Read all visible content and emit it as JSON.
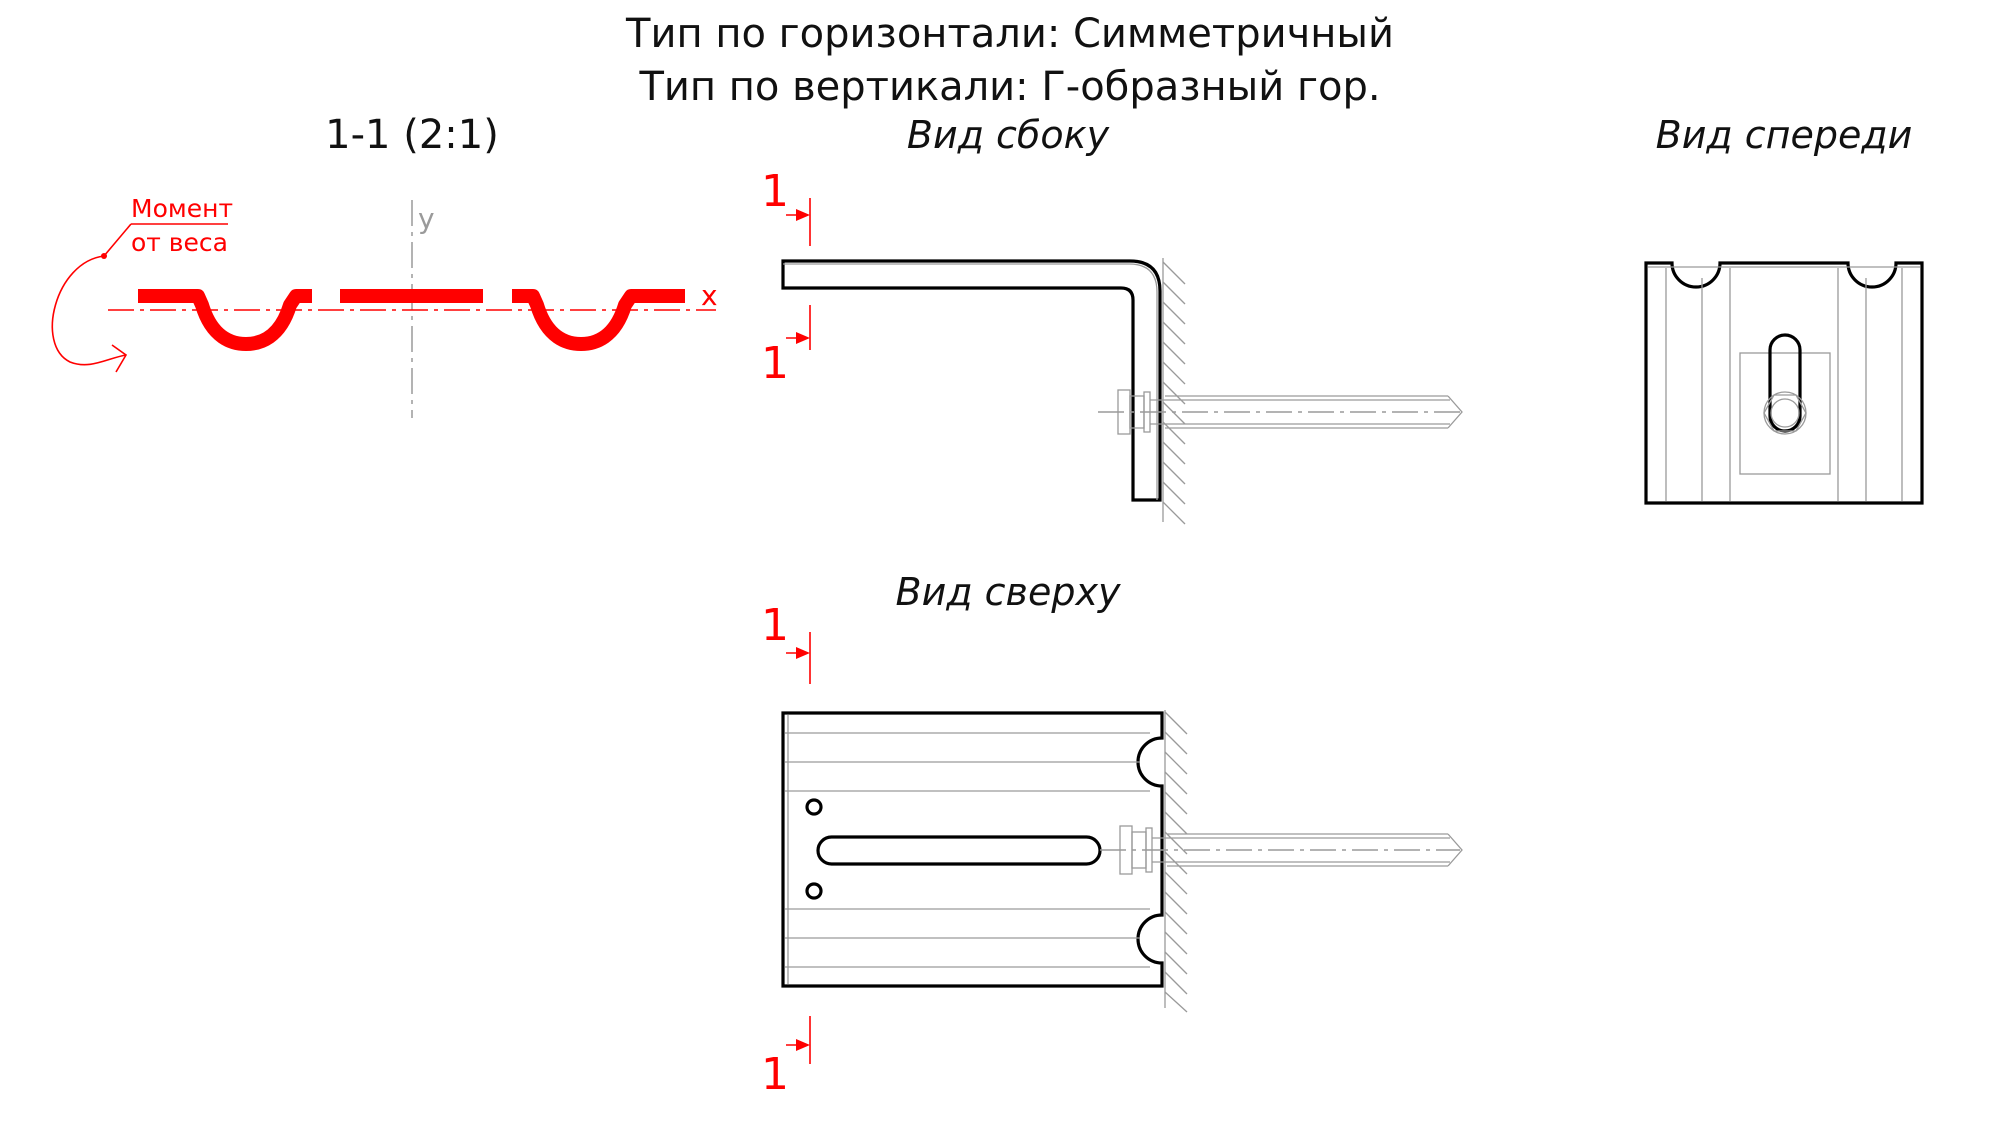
{
  "header": {
    "line1": "Тип по горизонтали: Симметричный",
    "line2": "Тип по вертикали: Г-образный гор."
  },
  "section": {
    "title": "1-1 (2:1)",
    "axis_x": "x",
    "axis_y": "y",
    "moment_line1": "Момент",
    "moment_line2": "от веса"
  },
  "views": {
    "side": "Вид сбоку",
    "front": "Вид спереди",
    "top": "Вид сверху"
  },
  "cut_label": "1",
  "colors": {
    "line": "#000000",
    "thin_line": "#9a9a9a",
    "accent": "#ff0000",
    "background": "#ffffff"
  }
}
